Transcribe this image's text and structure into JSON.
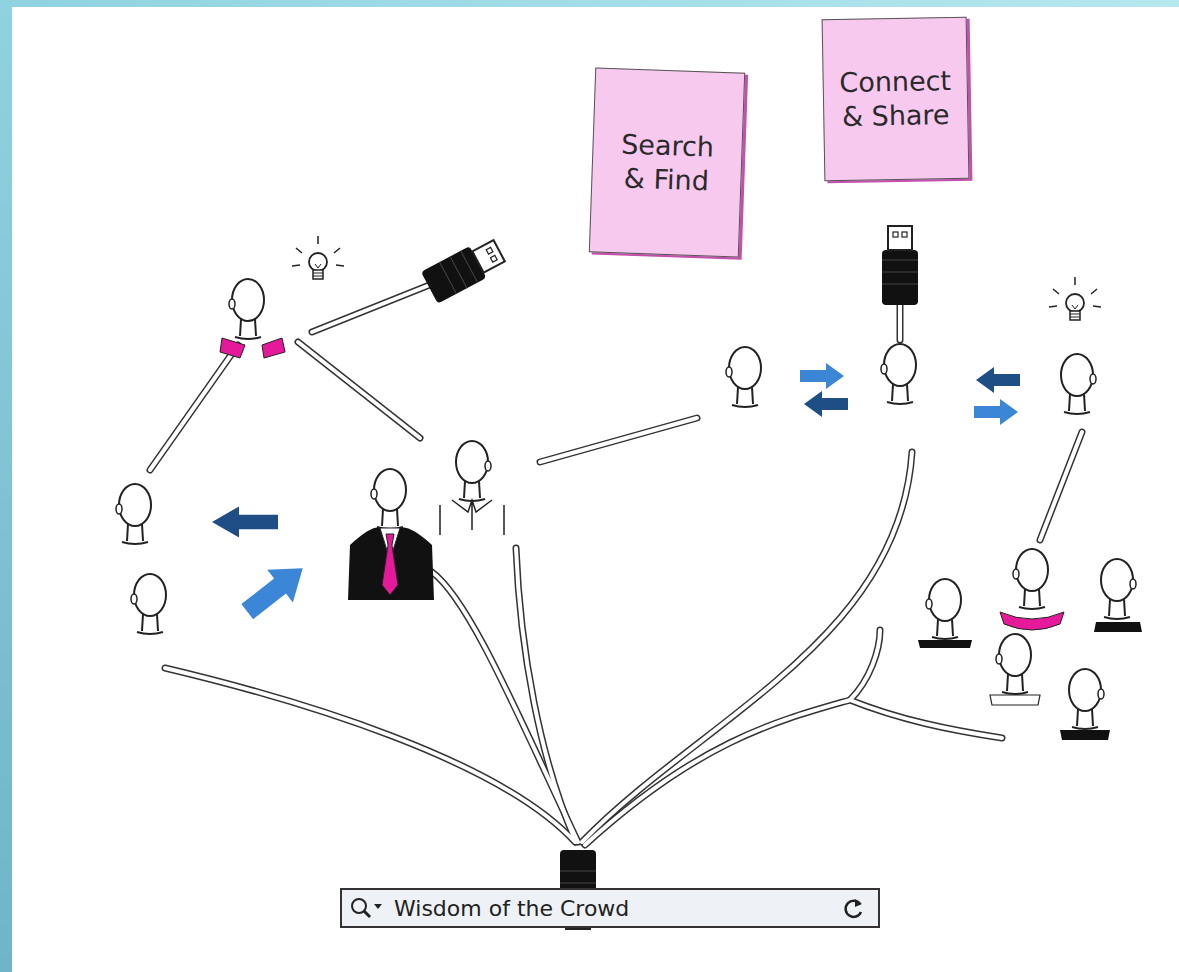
{
  "diagram": {
    "nodes": [
      {
        "text": [
          "Search & Find"
        ]
      },
      {
        "text": [
          "Connect & Share"
        ]
      },
      {
        "text": [
          "Wisdom of the Crowd"
        ]
      }
    ]
  }
}
